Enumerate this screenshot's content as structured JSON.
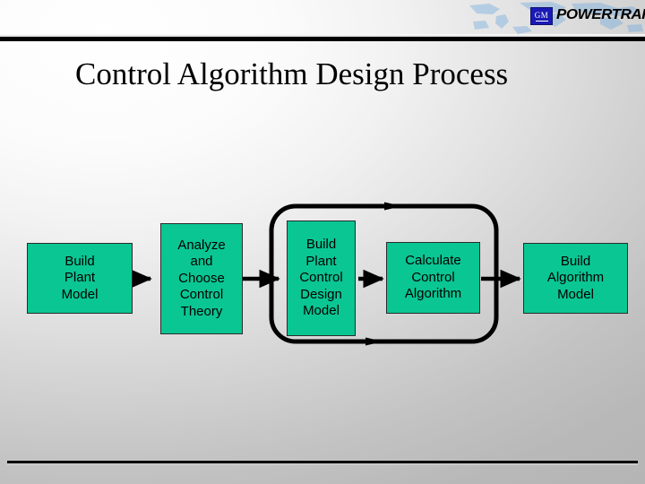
{
  "header": {
    "brand_badge": "GM",
    "brand_name": "POWERTRAIN",
    "badge_color": "#1a1ab4"
  },
  "title": "Control Algorithm Design Process",
  "diagram": {
    "type": "flowchart",
    "node_fill": "#0ac693",
    "node_border": "#2b2b2b",
    "nodes": [
      {
        "id": "build-plant-model",
        "label": "Build\nPlant\nModel"
      },
      {
        "id": "analyze-choose-control-theory",
        "label": "Analyze\nand\nChoose\nControl\nTheory"
      },
      {
        "id": "build-plant-control-design-model",
        "label": "Build\nPlant\nControl\nDesign\nModel"
      },
      {
        "id": "calculate-control-algorithm",
        "label": "Calculate\nControl\nAlgorithm"
      },
      {
        "id": "build-algorithm-model",
        "label": "Build\nAlgorithm\nModel"
      }
    ],
    "connectors": [
      {
        "from": "build-plant-model",
        "to": "analyze-choose-control-theory",
        "direction": "right"
      },
      {
        "from": "analyze-choose-control-theory",
        "to": "build-plant-control-design-model",
        "direction": "right"
      },
      {
        "from": "build-plant-control-design-model",
        "to": "calculate-control-algorithm",
        "direction": "right"
      },
      {
        "from": "calculate-control-algorithm",
        "to": "build-algorithm-model",
        "direction": "right"
      }
    ],
    "iteration_loop": {
      "encloses": [
        "build-plant-control-design-model",
        "calculate-control-algorithm"
      ],
      "top_arrow_direction": "right",
      "bottom_arrow_direction": "left"
    }
  }
}
